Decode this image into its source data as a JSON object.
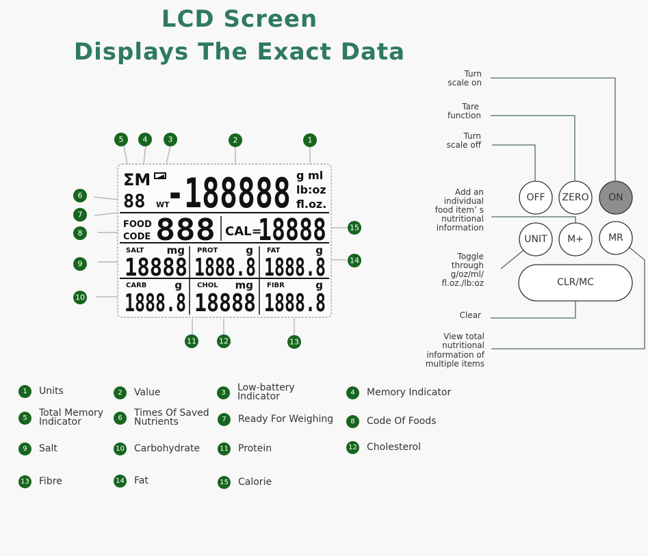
{
  "title": {
    "line1": "LCD Screen",
    "line2": "Displays The Exact Data"
  },
  "colors": {
    "title": "#2f7a62",
    "badge": "#17651e",
    "on_button": "#8e8e8e"
  },
  "lcd": {
    "sigma": "ΣM",
    "saved_count": "88",
    "wt_label": "WT",
    "main_value": "-188888",
    "units": [
      "g ml",
      "lb:oz",
      "fl.oz."
    ],
    "food_code_label_1": "FOOD",
    "food_code_label_2": "CODE",
    "food_code_value": "888",
    "cal_label": "CAL=",
    "cal_value": "18888",
    "cells": [
      {
        "label": "SALT",
        "unit": "mg",
        "value": "18888"
      },
      {
        "label": "PROT",
        "unit": "g",
        "value": "1888.8"
      },
      {
        "label": "FAT",
        "unit": "g",
        "value": "1888.8"
      },
      {
        "label": "CARB",
        "unit": "g",
        "value": "1888.8"
      },
      {
        "label": "CHOL",
        "unit": "mg",
        "value": "18888"
      },
      {
        "label": "FIBR",
        "unit": "g",
        "value": "1888.8"
      }
    ]
  },
  "badges": [
    "1",
    "2",
    "3",
    "4",
    "5",
    "6",
    "7",
    "8",
    "9",
    "10",
    "11",
    "12",
    "13",
    "14",
    "15"
  ],
  "buttons": {
    "off": "OFF",
    "zero": "ZERO",
    "on": "ON",
    "unit": "UNIT",
    "mplus": "M+",
    "mr": "MR",
    "clr": "CLR/MC"
  },
  "callouts": {
    "turn_on": [
      "Turn",
      "scale on"
    ],
    "tare": [
      "Tare",
      "function"
    ],
    "turn_off": [
      "Turn",
      "scale off"
    ],
    "add_item": [
      "Add an",
      "individual",
      "food item’ s",
      "nutritional",
      "information"
    ],
    "toggle": [
      "Toggle",
      "through",
      "g/oz/ml/",
      "fl.oz./lb:oz"
    ],
    "clear": [
      "Clear"
    ],
    "view_total": [
      "View total",
      "nutritional",
      "information of",
      "multiple items"
    ]
  },
  "legend": [
    {
      "num": "1",
      "label": "Units"
    },
    {
      "num": "2",
      "label": "Value"
    },
    {
      "num": "3",
      "label": "Low-battery\nIndicator"
    },
    {
      "num": "4",
      "label": "Memory Indicator"
    },
    {
      "num": "5",
      "label": "Total Memory\nIndicator"
    },
    {
      "num": "6",
      "label": "Times Of Saved\nNutrients"
    },
    {
      "num": "7",
      "label": "Ready For Weighing"
    },
    {
      "num": "8",
      "label": "Code Of Foods"
    },
    {
      "num": "9",
      "label": "Salt"
    },
    {
      "num": "10",
      "label": "Carbohydrate"
    },
    {
      "num": "11",
      "label": "Protein"
    },
    {
      "num": "12",
      "label": "Cholesterol"
    },
    {
      "num": "13",
      "label": "Fibre"
    },
    {
      "num": "14",
      "label": "Fat"
    },
    {
      "num": "15",
      "label": "Calorie"
    }
  ]
}
